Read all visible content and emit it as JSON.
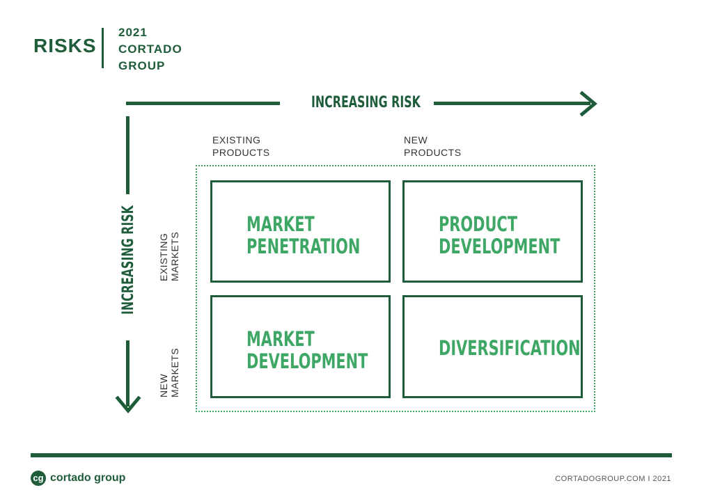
{
  "header": {
    "title": "RISKS",
    "subtitle_lines": [
      "2021",
      "CORTADO",
      "GROUP"
    ]
  },
  "axes": {
    "horizontal_label": "INCREASING RISK",
    "vertical_label": "INCREASING RISK"
  },
  "columns": [
    {
      "lines": [
        "EXISTING",
        "PRODUCTS"
      ]
    },
    {
      "lines": [
        "NEW",
        "PRODUCTS"
      ]
    }
  ],
  "rows": [
    {
      "lines": [
        "EXISTING",
        "MARKETS"
      ]
    },
    {
      "lines": [
        "NEW",
        "MARKETS"
      ]
    }
  ],
  "quadrants": [
    {
      "lines": [
        "MARKET",
        "PENETRATION"
      ]
    },
    {
      "lines": [
        "PRODUCT",
        "DEVELOPMENT"
      ]
    },
    {
      "lines": [
        "MARKET",
        "DEVELOPMENT"
      ]
    },
    {
      "lines": [
        "DIVERSIFICATION"
      ]
    }
  ],
  "footer": {
    "logo_mark": "cg",
    "logo_text": "cortado group",
    "right_text": "CORTADOGROUP.COM  I 2021"
  },
  "colors": {
    "dark_green": "#1e5c3a",
    "accent_green": "#3ea765"
  }
}
